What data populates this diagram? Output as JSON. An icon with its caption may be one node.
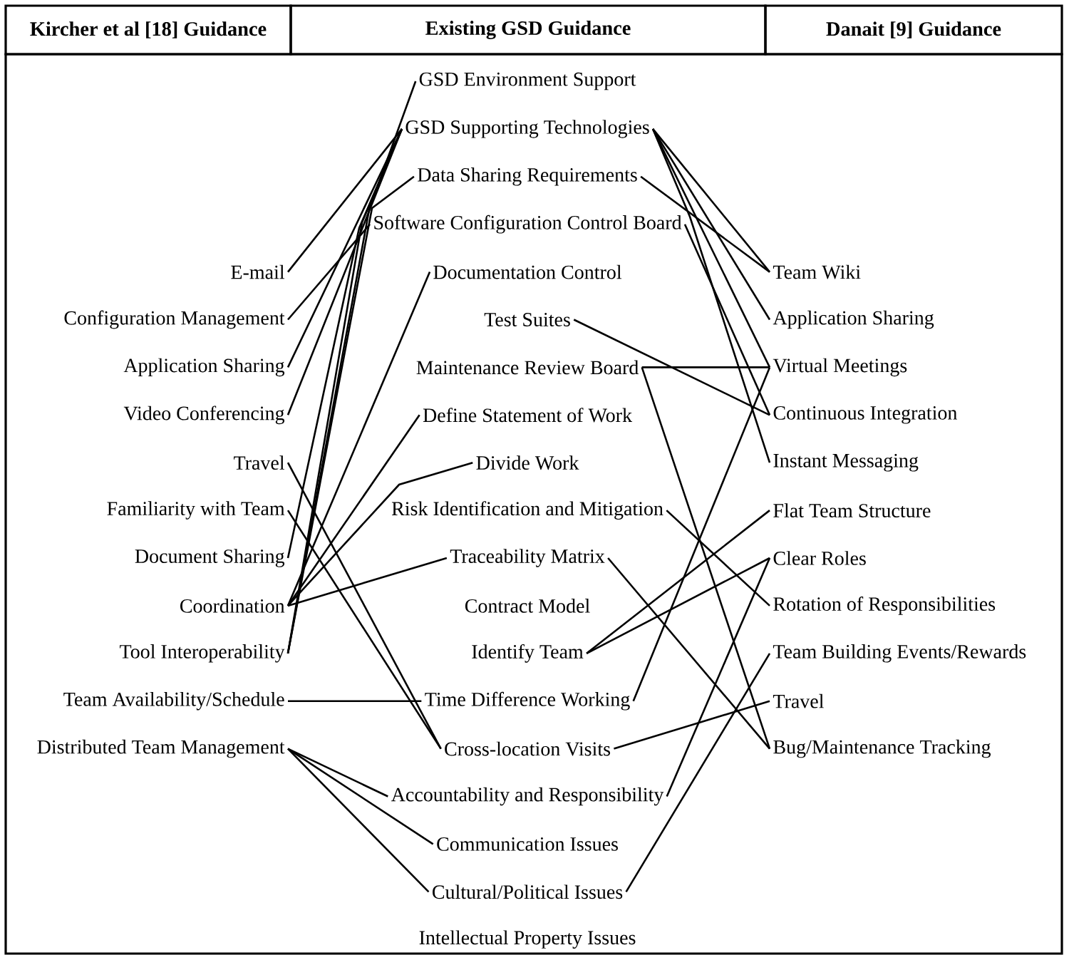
{
  "diagram": {
    "nodes": [
      {
        "text": [
          "E-mail"
        ]
      },
      {
        "text": [
          "Configuration Management"
        ]
      },
      {
        "text": [
          "Application Sharing"
        ]
      },
      {
        "text": [
          "Video Conferencing"
        ]
      },
      {
        "text": [
          "Travel"
        ]
      },
      {
        "text": [
          "Familiarity with Team"
        ]
      },
      {
        "text": [
          "Document Sharing"
        ]
      },
      {
        "text": [
          "Coordination"
        ]
      },
      {
        "text": [
          "Tool Interoperability"
        ]
      },
      {
        "text": [
          "Team Availability/Schedule"
        ]
      },
      {
        "text": [
          "Distributed Team Management"
        ]
      },
      {
        "text": [
          "GSD Environment Support"
        ]
      },
      {
        "text": [
          "GSD Supporting Technologies"
        ]
      },
      {
        "text": [
          "Data Sharing Requirements"
        ]
      },
      {
        "text": [
          "Software Configuration Control Board"
        ]
      },
      {
        "text": [
          "Documentation Control"
        ]
      },
      {
        "text": [
          "Test Suites"
        ]
      },
      {
        "text": [
          "Maintenance Review Board"
        ]
      },
      {
        "text": [
          "Define Statement of Work"
        ]
      },
      {
        "text": [
          "Divide Work"
        ]
      },
      {
        "text": [
          "Risk Identification and Mitigation"
        ]
      },
      {
        "text": [
          "Traceability Matrix"
        ]
      },
      {
        "text": [
          "Contract Model"
        ]
      },
      {
        "text": [
          "Identify Team"
        ]
      },
      {
        "text": [
          "Time Difference Working"
        ]
      },
      {
        "text": [
          "Cross-location Visits"
        ]
      },
      {
        "text": [
          "Accountability and Responsibility"
        ]
      },
      {
        "text": [
          "Communication Issues"
        ]
      },
      {
        "text": [
          "Cultural/Political Issues"
        ]
      },
      {
        "text": [
          "Intellectual Property Issues"
        ]
      },
      {
        "text": [
          "Team Wiki"
        ]
      },
      {
        "text": [
          "Application Sharing"
        ]
      },
      {
        "text": [
          "Virtual Meetings"
        ]
      },
      {
        "text": [
          "Continuous Integration"
        ]
      },
      {
        "text": [
          "Instant Messaging"
        ]
      },
      {
        "text": [
          "Flat Team Structure"
        ]
      },
      {
        "text": [
          "Clear Roles"
        ]
      },
      {
        "text": [
          "Rotation of Responsibilities"
        ]
      },
      {
        "text": [
          "Team Building Events/Rewards"
        ]
      },
      {
        "text": [
          "Travel"
        ]
      },
      {
        "text": [
          "Bug/Maintenance Tracking"
        ]
      }
    ],
    "edges": [
      {
        "from": 0,
        "to": 12,
        "arrow": "none"
      },
      {
        "from": 1,
        "to": 14,
        "arrow": "none"
      },
      {
        "from": 2,
        "to": 12,
        "arrow": "none"
      },
      {
        "from": 3,
        "to": 12,
        "arrow": "none"
      },
      {
        "from": 4,
        "to": 25,
        "arrow": "none"
      },
      {
        "from": 5,
        "to": 25,
        "arrow": "none"
      },
      {
        "from": 6,
        "to": 12,
        "arrow": "none"
      },
      {
        "from": 7,
        "to": 15,
        "arrow": "none"
      },
      {
        "from": 7,
        "to": 18,
        "arrow": "none"
      },
      {
        "from": 7,
        "to": 19,
        "arrow": "none"
      },
      {
        "from": 7,
        "to": 21,
        "arrow": "none"
      },
      {
        "from": 8,
        "to": 11,
        "arrow": "none"
      },
      {
        "from": 8,
        "to": 12,
        "arrow": "none"
      },
      {
        "from": 8,
        "to": 13,
        "arrow": "none"
      },
      {
        "from": 9,
        "to": 24,
        "arrow": "none"
      },
      {
        "from": 10,
        "to": 26,
        "arrow": "none"
      },
      {
        "from": 10,
        "to": 27,
        "arrow": "none"
      },
      {
        "from": 10,
        "to": 28,
        "arrow": "none"
      },
      {
        "from": 12,
        "to": 30,
        "arrow": "none"
      },
      {
        "from": 12,
        "to": 31,
        "arrow": "none"
      },
      {
        "from": 12,
        "to": 32,
        "arrow": "none"
      },
      {
        "from": 12,
        "to": 34,
        "arrow": "none"
      },
      {
        "from": 13,
        "to": 30,
        "arrow": "none"
      },
      {
        "from": 14,
        "to": 33,
        "arrow": "none"
      },
      {
        "from": 16,
        "to": 33,
        "arrow": "none"
      },
      {
        "from": 17,
        "to": 32,
        "arrow": "none"
      },
      {
        "from": 17,
        "to": 40,
        "arrow": "none"
      },
      {
        "from": 20,
        "to": 37,
        "arrow": "none"
      },
      {
        "from": 21,
        "to": 40,
        "arrow": "none"
      },
      {
        "from": 23,
        "to": 35,
        "arrow": "none"
      },
      {
        "from": 23,
        "to": 36,
        "arrow": "none"
      },
      {
        "from": 24,
        "to": 32,
        "arrow": "none"
      },
      {
        "from": 25,
        "to": 39,
        "arrow": "none"
      },
      {
        "from": 26,
        "to": 36,
        "arrow": "none"
      },
      {
        "from": 28,
        "to": 38,
        "arrow": "none"
      }
    ],
    "labels": [
      "Kircher et al [18] Guidance",
      "Existing GSD Guidance",
      "Danait [9] Guidance"
    ]
  }
}
